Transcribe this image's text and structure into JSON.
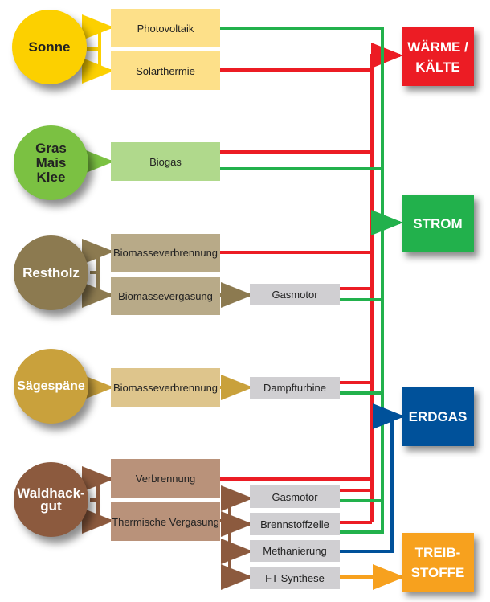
{
  "colors": {
    "sonne": "#fcd000",
    "sonne_box": "#fde089",
    "gras": "#7bc142",
    "gras_box": "#b0d98c",
    "restholz": "#8c7a50",
    "restholz_box": "#b8aa88",
    "saegespaene": "#c9a13c",
    "saegespaene_box": "#dec58c",
    "waldhackgut": "#8c5a3e",
    "waldhackgut_box": "#b9927a",
    "waerme": "#ec1c24",
    "strom": "#22b14c",
    "erdgas": "#00519a",
    "treibstoffe": "#f7a11e",
    "process": "#d0cfd2"
  },
  "sources": [
    {
      "id": "sonne",
      "label": "Sonne"
    },
    {
      "id": "gras",
      "label": "Gras\nMais\nKlee"
    },
    {
      "id": "restholz",
      "label": "Restholz"
    },
    {
      "id": "saegespaene",
      "label": "Sägespäne"
    },
    {
      "id": "waldhackgut",
      "label": "Waldhack-\ngut"
    }
  ],
  "conversions": {
    "photovoltaik": "Photovoltaik",
    "solarthermie": "Solarthermie",
    "biogas": "Biogas",
    "restholz_verbrennung": "Biomasseverbrennung",
    "restholz_vergasung": "Biomassevergasung",
    "saege_verbrennung": "Biomasseverbrennung",
    "wald_verbrennung": "Verbrennung",
    "wald_vergasung": "Thermische Vergasung"
  },
  "processes": {
    "gasmotor_1": "Gasmotor",
    "dampfturbine": "Dampfturbine",
    "gasmotor_2": "Gasmotor",
    "brennstoffzelle": "Brennstoffzelle",
    "methanierung": "Methanierung",
    "ft_synthese": "FT-Synthese"
  },
  "targets": {
    "waerme": "WÄRME /\nKÄLTE",
    "strom": "STROM",
    "erdgas": "ERDGAS",
    "treibstoffe": "TREIB-\nSTOFFE"
  }
}
